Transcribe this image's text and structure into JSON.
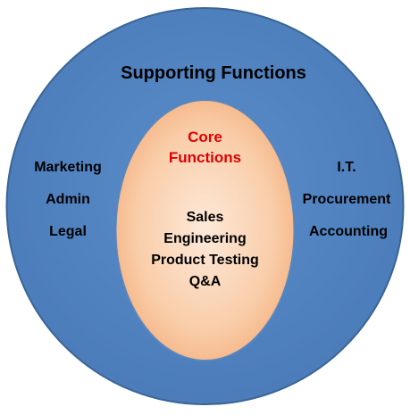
{
  "diagram": {
    "outer_title": "Supporting Functions",
    "inner_title_line1": "Core",
    "inner_title_line2": "Functions",
    "left_items": [
      "Marketing",
      "Admin",
      "Legal"
    ],
    "right_items": [
      "I.T.",
      "Procurement",
      "Accounting"
    ],
    "core_items": [
      "Sales",
      "Engineering",
      "Product Testing",
      "Q&A"
    ]
  },
  "colors": {
    "outer_fill": "#4f81bd",
    "outer_stroke": "#3a6595",
    "inner_fill_center": "#fde9d9",
    "inner_fill_edge": "#f5b383",
    "inner_stroke": "#5b86bd",
    "text": "#000000",
    "core_title": "#e00000"
  }
}
